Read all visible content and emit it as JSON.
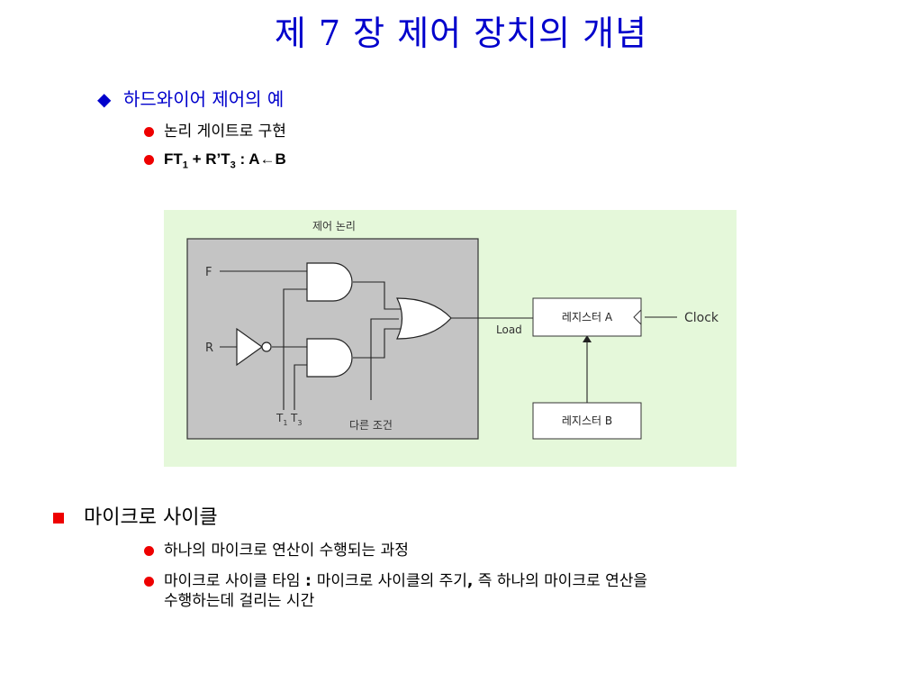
{
  "title": "제 7 장 제어 장치의 개념",
  "section1": {
    "bullet": "◆",
    "heading": "하드와이어 제어의 예",
    "items": {
      "logic_gates": "논리 게이트로 구현",
      "expr": {
        "main": "FT",
        "sub1": "1",
        "mid": " + R’T",
        "sub2": "3",
        "tail": " : A←B"
      }
    }
  },
  "diagram": {
    "control_logic_label": "제어 논리",
    "input_f": "F",
    "input_r": "R",
    "t1": "T",
    "t1_sub": "1",
    "t3": "T",
    "t3_sub": "3",
    "other_conditions": "다른 조건",
    "load_label": "Load",
    "register_a": "레지스터 A",
    "register_b": "레지스터 B",
    "clock_label": "Clock",
    "colors": {
      "panel_bg": "#e5f8da",
      "logic_box": "#c4c4c4"
    }
  },
  "section2": {
    "heading": "마이크로 사이클",
    "items": {
      "item1": "하나의 마이크로 연산이 수행되는 과정",
      "item2_line1_a": "마이크로 사이클 타임 ",
      "item2_line1_b": ": ",
      "item2_line1_c": "마이크로 사이클의 주기",
      "item2_line1_d": ",",
      "item2_line1_e": " 즉 하나의 마이크로 연산을",
      "item2_line2": "수행하는데 걸리는 시간"
    }
  }
}
